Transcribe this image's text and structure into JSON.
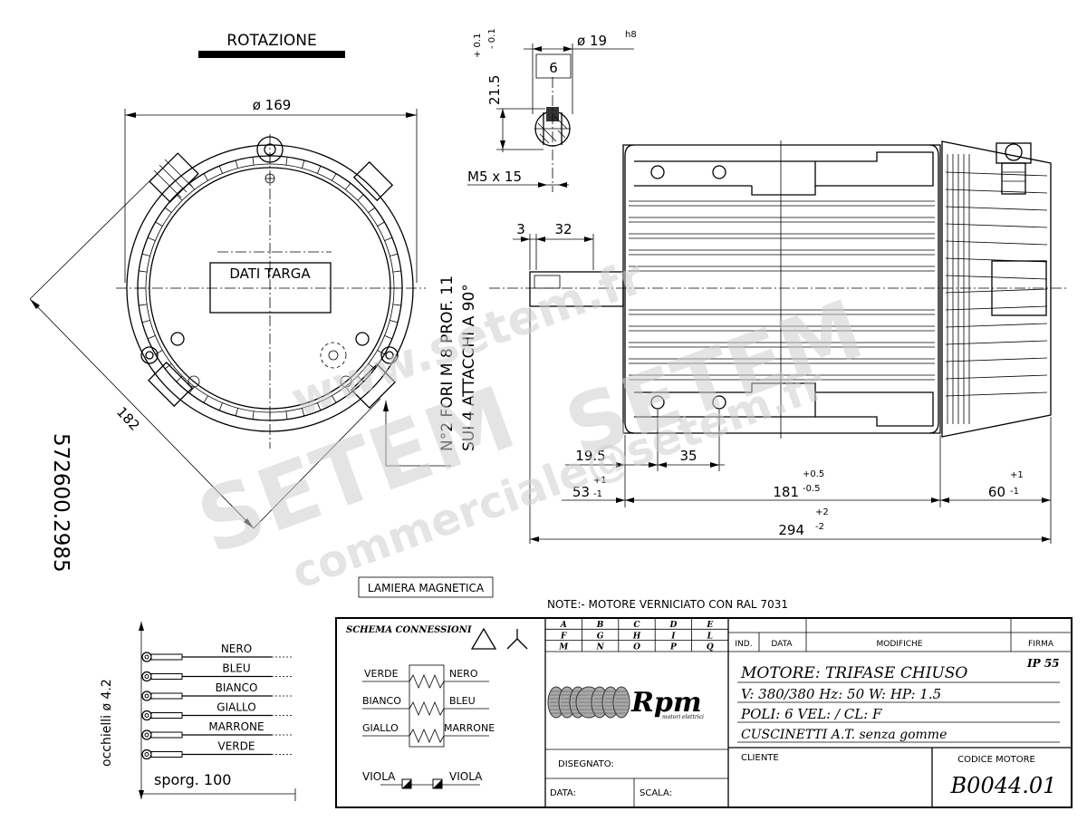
{
  "rotation_label": "ROTAZIONE",
  "part_number_vertical": "572600.2985",
  "front_view": {
    "diameter_label": "ø 169",
    "diagonal_label": "182",
    "nameplate_label": "DATI TARGA",
    "holes_note_line1": "N°2 FORI M 8 PROF. 11",
    "holes_note_line2": "SUI 4 ATTACCHI A 90°"
  },
  "shaft_section": {
    "diameter_label": "ø 19",
    "tolerance_label": "h8",
    "key_width_label": "6",
    "height_label": "21.5",
    "height_tol_plus": "+ 0.1",
    "height_tol_minus": "- 0.1",
    "thread_label": "M5 x 15"
  },
  "side_view": {
    "dim_3": "3",
    "dim_32": "32",
    "dim_19_5": "19.5",
    "dim_35": "35",
    "dim_53": "53",
    "dim_53_tol_plus": "+1",
    "dim_53_tol_minus": "-1",
    "dim_181": "181",
    "dim_181_tol_plus": "+0.5",
    "dim_181_tol_minus": "-0.5",
    "dim_60": "60",
    "dim_60_tol_plus": "+1",
    "dim_60_tol_minus": "-1",
    "dim_294": "294",
    "dim_294_tol_plus": "+2",
    "dim_294_tol_minus": "-2"
  },
  "watermark": {
    "text_large": "SETEM",
    "text_url": "www.setem.fr",
    "text_email": "commerciale@setem.fr"
  },
  "lamination_label": "LAMIERA MAGNETICA",
  "note": "NOTE:- MOTORE VERNICIATO CON RAL 7031",
  "wires": {
    "eyelet_label": "occhielli ø 4.2",
    "protrusion_label": "sporg. 100",
    "colors": [
      "NERO",
      "BLEU",
      "BIANCO",
      "GIALLO",
      "MARRONE",
      "VERDE"
    ]
  },
  "connection_scheme": {
    "title": "SCHEMA CONNESSIONI",
    "left_labels": [
      "VERDE",
      "BIANCO",
      "GIALLO"
    ],
    "right_labels": [
      "NERO",
      "BLEU",
      "MARRONE"
    ],
    "bottom_left": "VIOLA",
    "bottom_right": "VIOLA"
  },
  "grid_letters": {
    "row1": [
      "A",
      "B",
      "C",
      "D",
      "E"
    ],
    "row2": [
      "F",
      "G",
      "H",
      "I",
      "L"
    ],
    "row3": [
      "M",
      "N",
      "O",
      "P",
      "Q"
    ]
  },
  "revision_header": {
    "ind": "IND.",
    "data": "DATA",
    "modifiche": "MODIFICHE",
    "firma": "FIRMA"
  },
  "logo": {
    "name": "Rpm",
    "subtitle": "motori elettrici"
  },
  "spec": {
    "line1": "MOTORE: TRIFASE CHIUSO",
    "ip": "IP 55",
    "line2": "V: 380/380  Hz: 50   W:      HP: 1.5",
    "line3": "POLI: 6    VEL: /     CL: F",
    "line4": "CUSCINETTI A.T. senza gomme"
  },
  "footer": {
    "disegnato": "DISEGNATO:",
    "data": "DATA:",
    "scala": "SCALA:",
    "cliente": "CLIENTE",
    "codice_motore_label": "CODICE MOTORE",
    "codice_motore": "B0044.01"
  }
}
